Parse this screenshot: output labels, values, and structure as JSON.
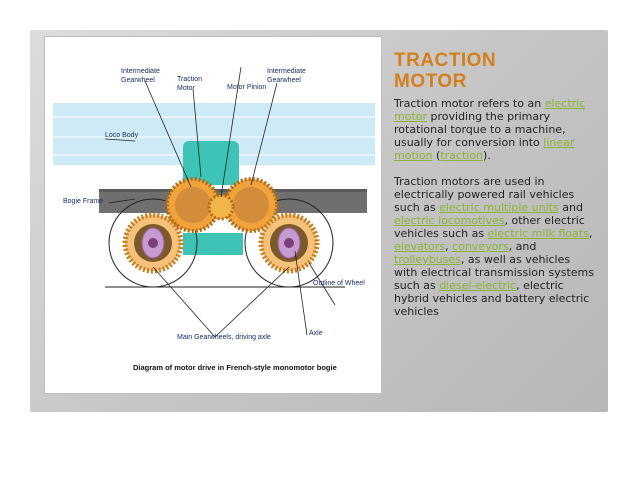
{
  "slide": {
    "title_line1": "TRACTION",
    "title_line2": "MOTOR",
    "para1": {
      "t1": "Traction motor refers to an ",
      "l1": "electric motor",
      "t2": " providing the primary rotational torque to a machine, usually for conversion into ",
      "l2": "linear motion",
      "t3": " (",
      "l3": "traction",
      "t4": ")."
    },
    "para2": {
      "t1": "Traction motors are used in electrically powered rail vehicles such as ",
      "l1": "electric multiple units",
      "t2": " and ",
      "l2": "electric locomotives",
      "t3": ", other electric vehicles such as ",
      "l3": "electric milk floats",
      "t4": ", ",
      "l4": "elevators",
      "t5": ", ",
      "l5": "conveyors",
      "t6": ", and ",
      "l6": "trolleybuses",
      "t7": ", as well as vehicles with electrical transmission systems such as ",
      "l7": "diesel-electric",
      "t8": ", electric hybrid vehicles and battery electric vehicles"
    },
    "colors": {
      "title": "#d37f1a",
      "link": "#8bb335",
      "text": "#222222"
    }
  },
  "diagram": {
    "labels": {
      "intermediate_gearwheel_left": "Intermediate\nGearwheel",
      "traction_motor": "Traction\nMotor",
      "motor_pinion": "Motor Pinion",
      "intermediate_gearwheel_right": "Intermediate\nGearwheel",
      "loco_body": "Loco Body",
      "bogie_frame": "Bogie Frame",
      "outline_of_wheel": "Outline of Wheel",
      "main_gearwheels": "Main Gearwheels, driving axle",
      "axle": "Axle"
    },
    "caption": "Diagram of motor drive in French-style monomotor bogie"
  }
}
